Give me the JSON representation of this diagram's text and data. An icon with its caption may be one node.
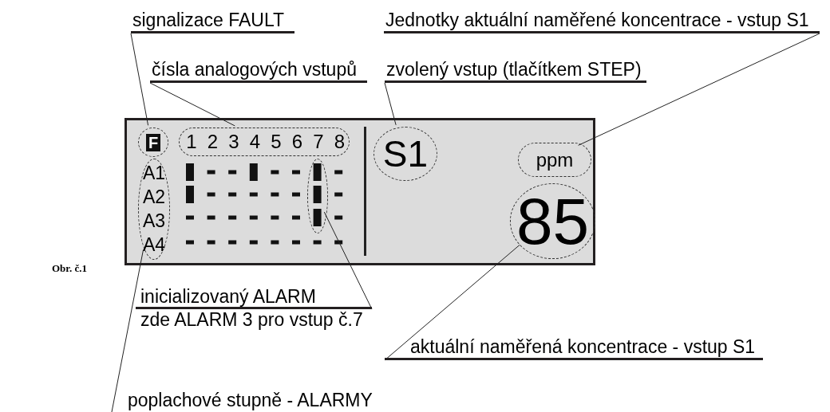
{
  "diagram": {
    "nodes": [
      {
        "text": [],
        "shape": "box"
      },
      {
        "text": [
          "F"
        ],
        "in": 0
      },
      {
        "text": [
          "1",
          "2",
          "3",
          "4",
          "5",
          "6",
          "7",
          "8"
        ],
        "in": 0
      },
      {
        "text": [
          "A1",
          "A2",
          "A3",
          "A4"
        ],
        "in": 0
      },
      {
        "text": [],
        "shape": "ellipse",
        "in": 0
      },
      {
        "text": [
          "S1"
        ],
        "in": 0
      },
      {
        "text": [
          "ppm"
        ],
        "in": 0
      },
      {
        "text": [
          "85"
        ],
        "in": 0
      },
      {
        "text": [
          "signalizace FAULT"
        ]
      },
      {
        "text": [
          "čísla analogových vstupů"
        ]
      },
      {
        "text": [
          "Jednotky aktuální naměřené koncentrace - vstup S1"
        ]
      },
      {
        "text": [
          "zvolený vstup (tlačítkem STEP)"
        ]
      },
      {
        "text": [
          "inicializovaný ALARM",
          "zde ALARM 3 pro vstup č.7"
        ]
      },
      {
        "text": [
          "aktuální naměřená koncentrace - vstup S1"
        ]
      },
      {
        "text": [
          "poplachové stupně - ALARMY"
        ]
      }
    ],
    "edges": [
      {
        "from": 8,
        "to": 1,
        "arrow": "none"
      },
      {
        "from": 9,
        "to": 2,
        "arrow": "none"
      },
      {
        "from": 10,
        "to": 6,
        "arrow": "none"
      },
      {
        "from": 11,
        "to": 5,
        "arrow": "none"
      },
      {
        "from": 12,
        "to": 4,
        "arrow": "none"
      },
      {
        "from": 13,
        "to": 7,
        "arrow": "none"
      },
      {
        "from": 14,
        "to": 3,
        "arrow": "none"
      }
    ],
    "labels": [
      "Obr. č.1"
    ]
  }
}
